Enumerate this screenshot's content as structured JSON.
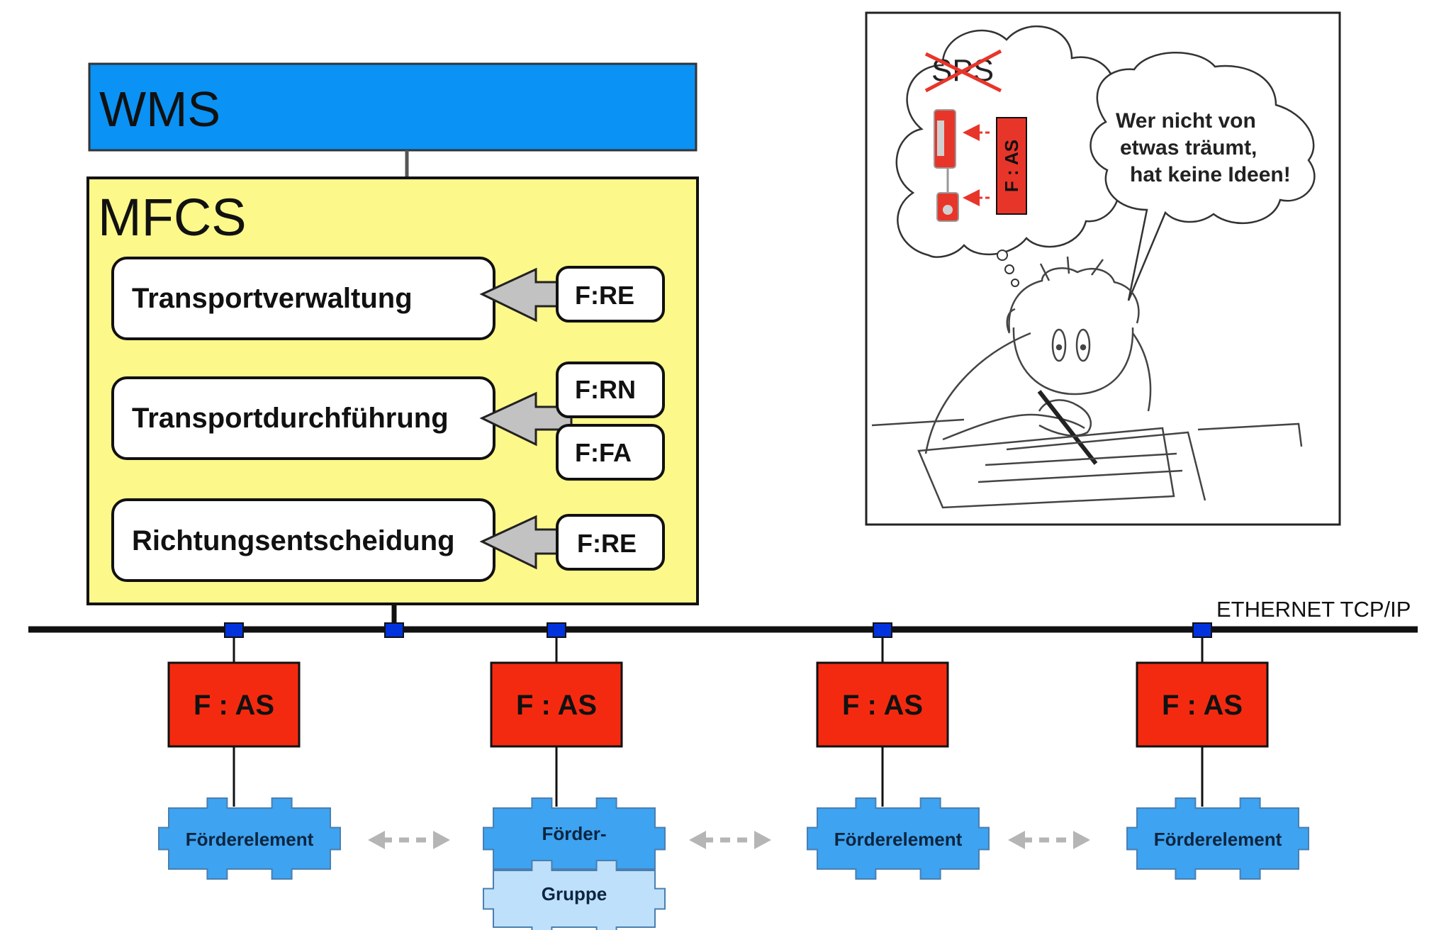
{
  "wms": {
    "label": "WMS",
    "color": "#0a92f5"
  },
  "mfcs": {
    "label": "MFCS",
    "color": "#fdf88a",
    "modules": [
      {
        "label": "Transportverwaltung",
        "inputs": [
          "F:RE"
        ]
      },
      {
        "label": "Transportdurchführung",
        "inputs": [
          "F:RN",
          "F:FA"
        ]
      },
      {
        "label": "Richtungsentscheidung",
        "inputs": [
          "F:RE"
        ]
      }
    ]
  },
  "network": {
    "label": "ETHERNET TCP/IP",
    "node_color": "#0033dd"
  },
  "controllers": {
    "label": "F : AS",
    "color": "#f42a10",
    "elements": [
      {
        "label": "Förderelement"
      },
      {
        "label": "Förder-",
        "group_label": "Gruppe"
      },
      {
        "label": "Förderelement"
      },
      {
        "label": "Förderelement"
      }
    ]
  },
  "puzzle_colors": {
    "dark": "#3ea3f0",
    "light": "#bfe0fb"
  },
  "cartoon": {
    "thought": {
      "crossed_label": "SPS",
      "device_label": "F : AS"
    },
    "speech_lines": [
      "Wer nicht von",
      "etwas träumt,",
      "hat keine Ideen!"
    ]
  }
}
